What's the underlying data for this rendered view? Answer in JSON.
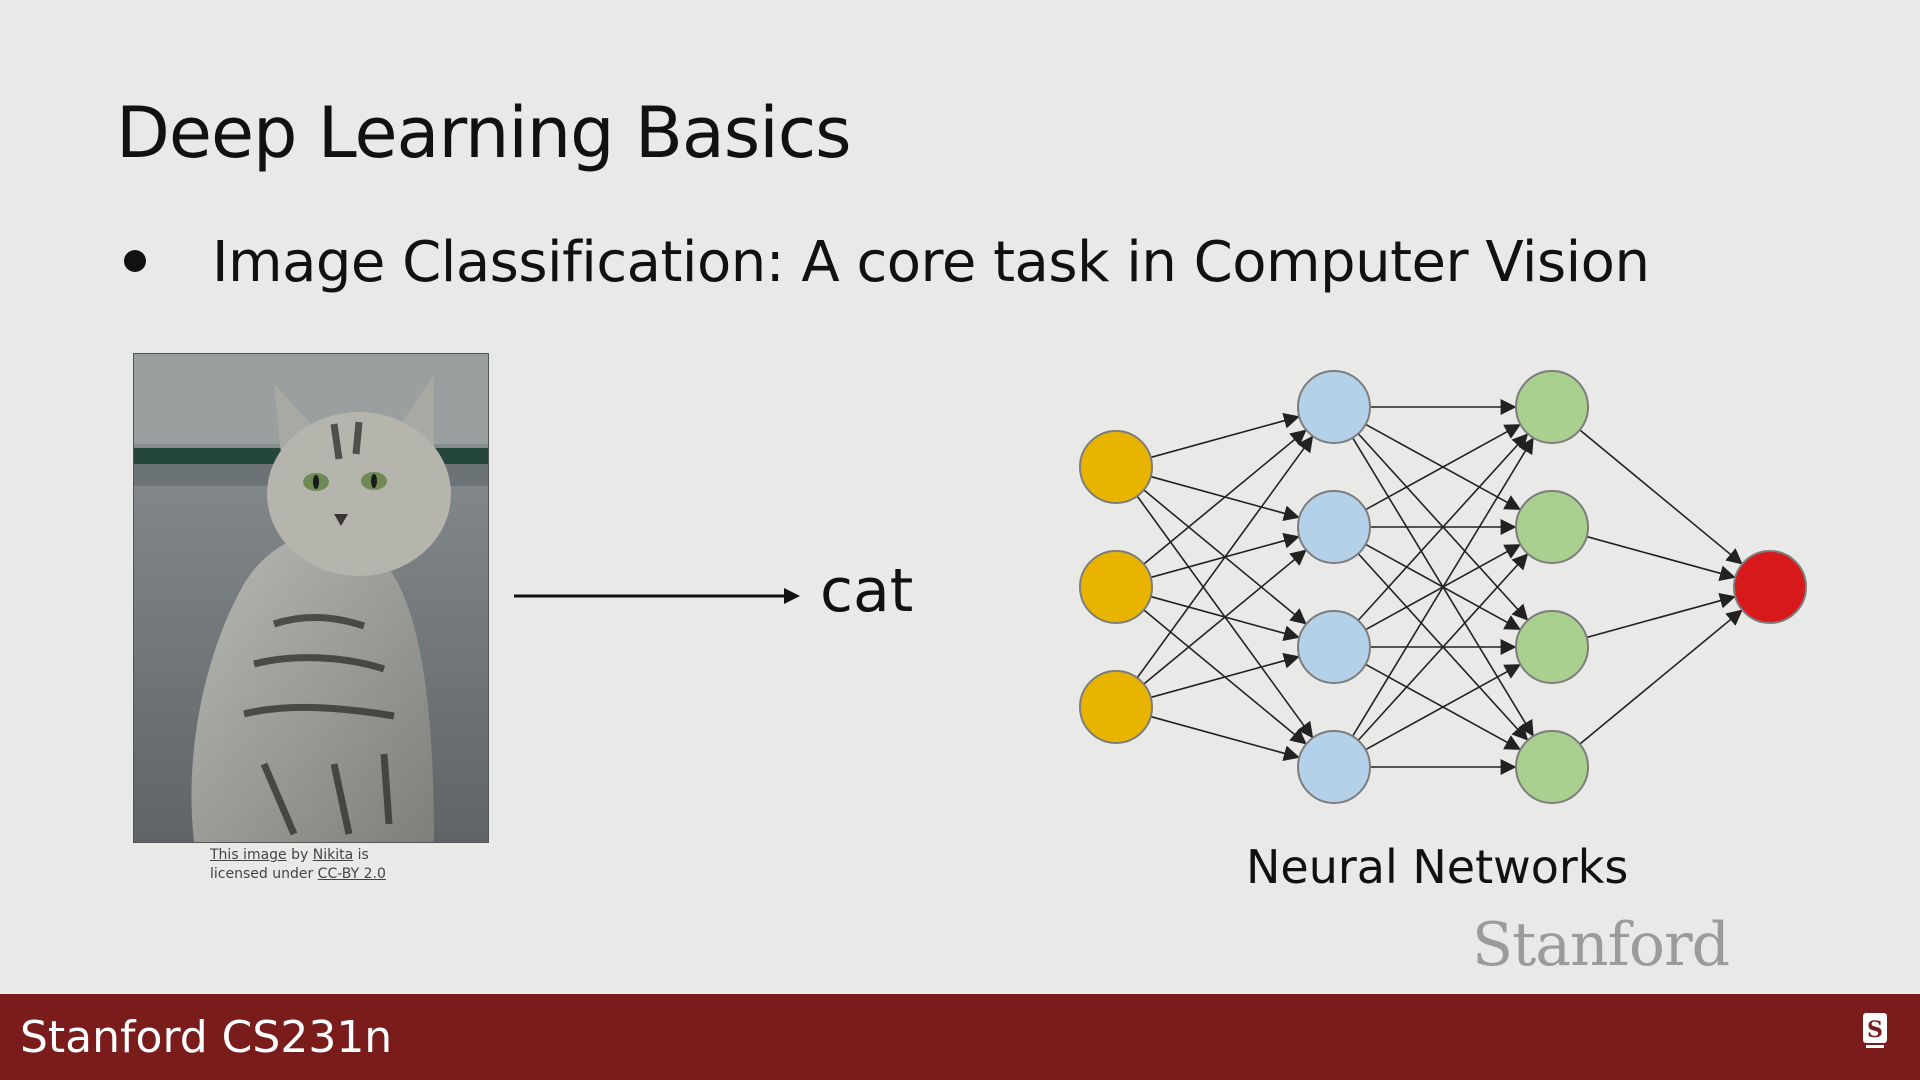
{
  "slide": {
    "title": "Deep Learning Basics",
    "bullet": "Image Classification: A core task in Computer Vision"
  },
  "image_credit": {
    "link_image": "This image",
    "by": "by",
    "author": "Nikita",
    "is": "is",
    "licensed": "licensed under",
    "license": "CC-BY 2.0"
  },
  "mapping": {
    "output_label": "cat"
  },
  "network": {
    "caption": "Neural Networks",
    "layers": [
      {
        "role": "input",
        "nodes": 3,
        "color": "#e8b400"
      },
      {
        "role": "hidden",
        "nodes": 4,
        "color": "#b3d1e8"
      },
      {
        "role": "hidden",
        "nodes": 4,
        "color": "#a9d08e"
      },
      {
        "role": "output",
        "nodes": 1,
        "color": "#d7191c"
      }
    ]
  },
  "branding": {
    "wordmark": "Stanford",
    "footer": "Stanford CS231n",
    "footer_color": "#7a1c1c"
  }
}
